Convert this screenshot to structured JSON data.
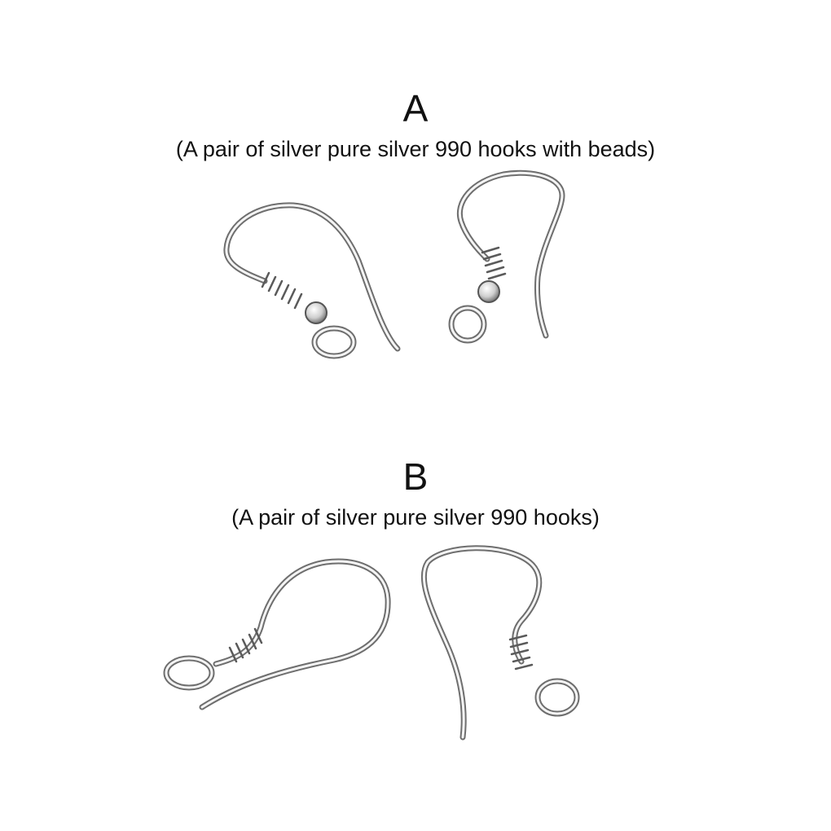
{
  "sections": [
    {
      "letter": "A",
      "caption": "(A pair of silver pure silver 990 hooks with beads)"
    },
    {
      "letter": "B",
      "caption": "(A pair of silver pure silver 990 hooks)"
    }
  ]
}
